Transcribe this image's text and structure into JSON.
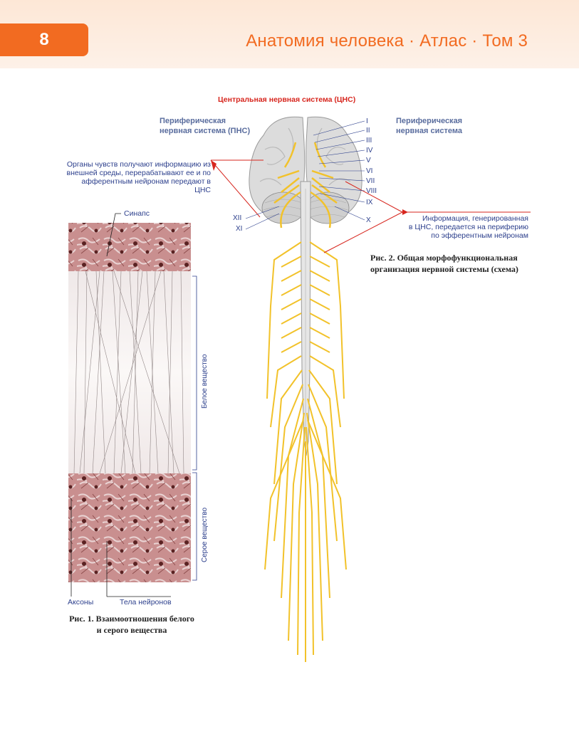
{
  "header": {
    "page_number": "8",
    "running_title": "Анатомия человека · Атлас · Том 3",
    "accent_color": "#f26b21"
  },
  "figure2": {
    "cns_label": "Центральная нервная система (ЦНС)",
    "pns_left_line1": "Периферическая",
    "pns_left_line2": "нервная система (ПНС)",
    "pns_right_line1": "Периферическая",
    "pns_right_line2": "нервная система",
    "afferent_line1": "Органы чувств получают информацию из",
    "afferent_line2": "внешней среды, перерабатывают ее и по",
    "afferent_line3": "афферентным нейронам передают в ЦНС",
    "efferent_line1": "Информация, генерированная",
    "efferent_line2": "в ЦНС, передается на периферию",
    "efferent_line3": "по эфферентным нейронам",
    "cranial_nerves": [
      "I",
      "II",
      "III",
      "IV",
      "V",
      "VI",
      "VII",
      "VIII",
      "IX",
      "X",
      "XI",
      "XII"
    ],
    "caption_line1": "Рис. 2. Общая морфофункциональная",
    "caption_line2": "организация нервной системы (схема)"
  },
  "figure1": {
    "synapse_label": "Синапс",
    "white_matter_label": "Белое вещество",
    "gray_matter_label": "Серое вещество",
    "axons_label": "Аксоны",
    "neuron_bodies_label": "Тела нейронов",
    "caption_line1": "Рис. 1. Взаимоотношения белого",
    "caption_line2": "и серого вещества"
  }
}
